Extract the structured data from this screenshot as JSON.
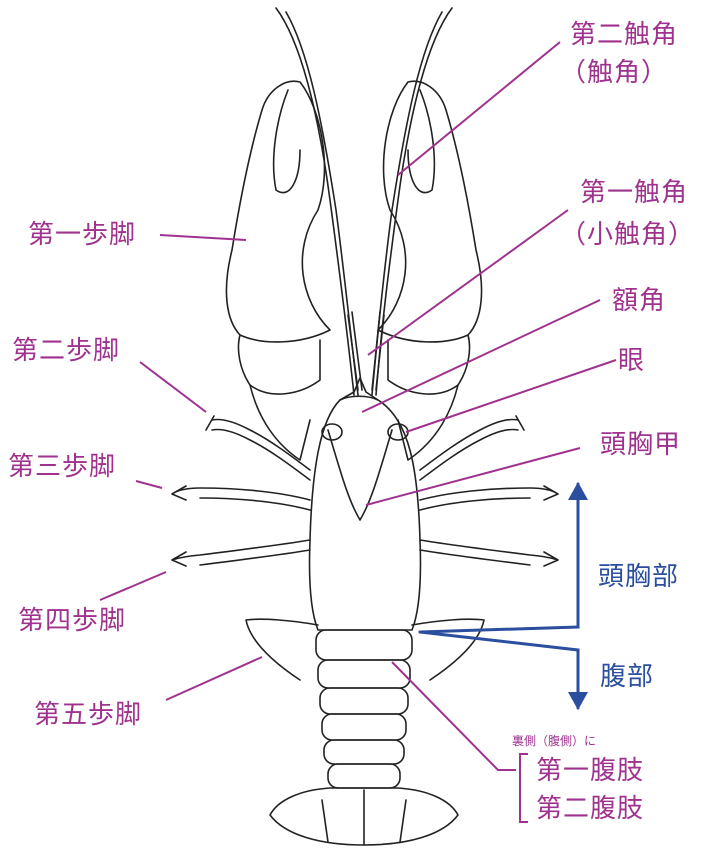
{
  "colors": {
    "label": "#a0328f",
    "arrow": "#2b4f9e",
    "outline": "#222222"
  },
  "labels": {
    "second_antenna": "第二触角",
    "second_antenna_alt": "（触角）",
    "first_antenna": "第一触角",
    "first_antenna_alt": "（小触角）",
    "rostrum": "額角",
    "eye": "眼",
    "carapace": "頭胸甲",
    "leg1": "第一歩脚",
    "leg2": "第二歩脚",
    "leg3": "第三歩脚",
    "leg4": "第四歩脚",
    "leg5": "第五歩脚",
    "cephalothorax": "頭胸部",
    "abdomen": "腹部",
    "underside_note": "裏側（腹側）に",
    "pleopod1": "第一腹肢",
    "pleopod2": "第二腹肢"
  }
}
